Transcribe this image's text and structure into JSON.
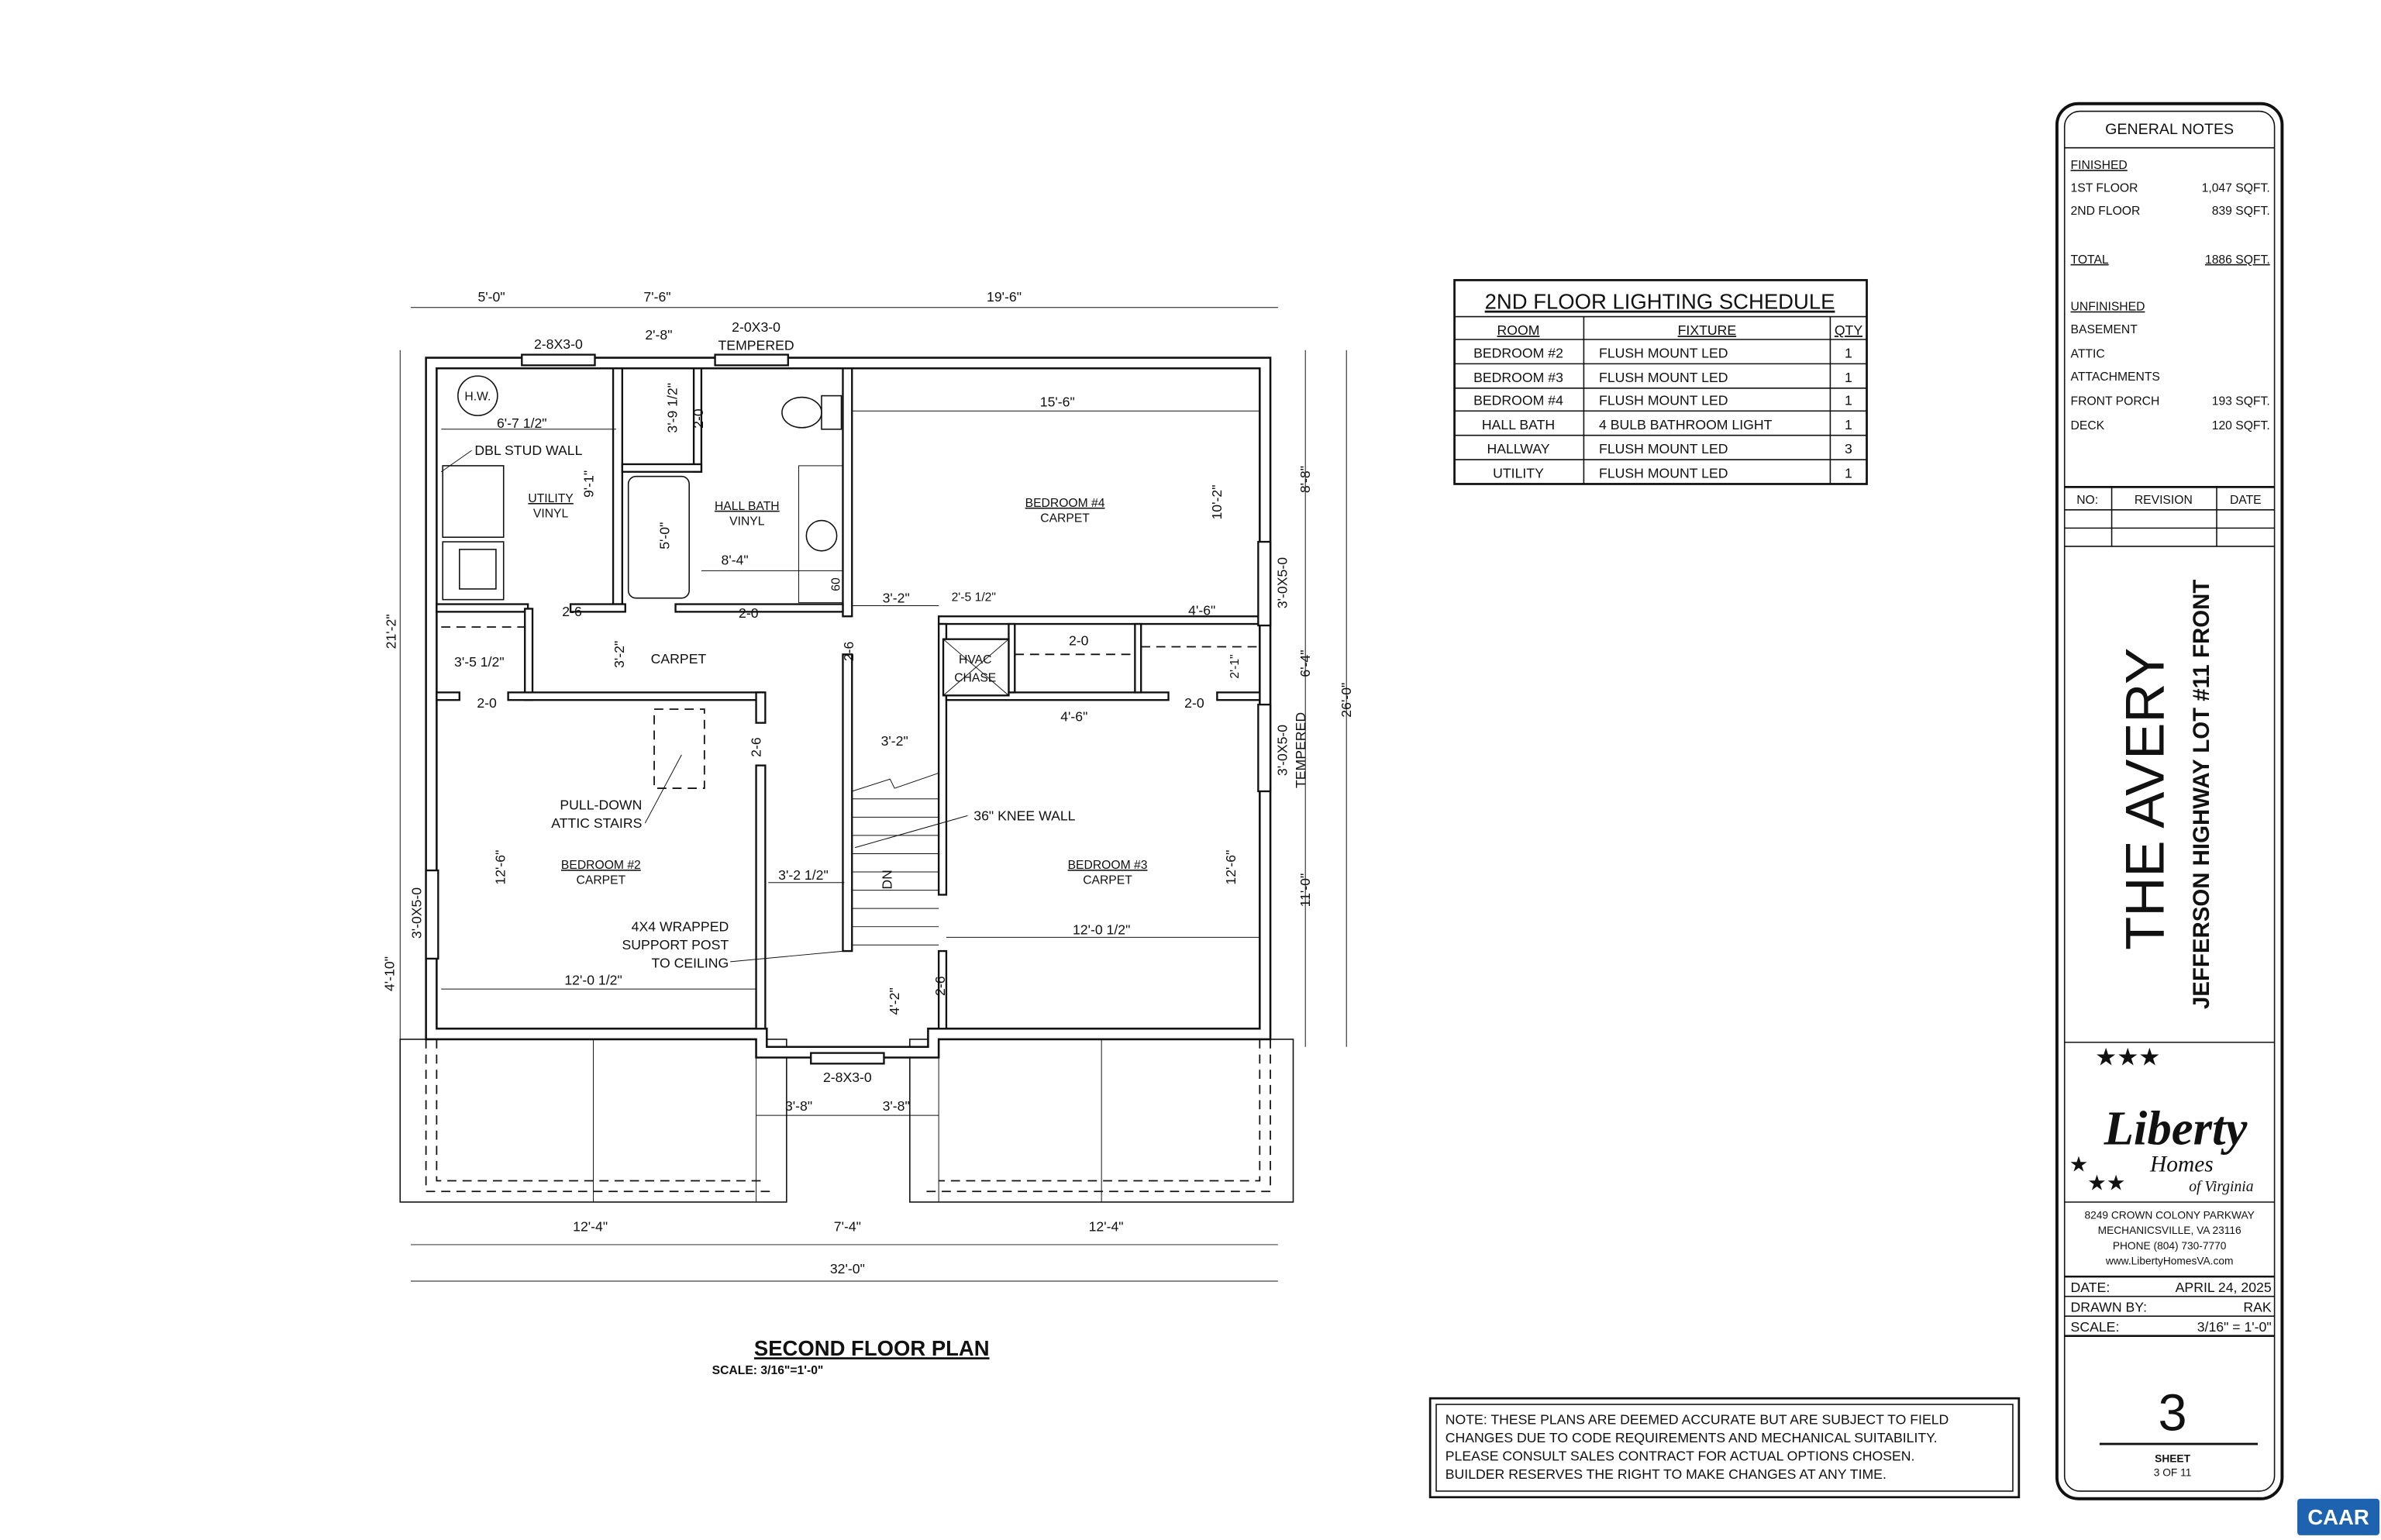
{
  "plan": {
    "title": "SECOND FLOOR PLAN",
    "scale": "SCALE: 3/16\"=1'-0\"",
    "labels": [
      "5'-0\"",
      "7'-6\"",
      "19'-6\"",
      "2-8X3-0",
      "2'-8\"",
      "2-0X3-0",
      "TEMPERED",
      "H.W.",
      "6'-7 1/2\"",
      "DBL STUD WALL",
      "9'-1\"",
      "UTILITY",
      "VINYL",
      "3'-9 1/2\"",
      "2-0",
      "5'-0\"",
      "HALL BATH",
      "VINYL",
      "8'-4\"",
      "60",
      "15'-6\"",
      "BEDROOM #4",
      "CARPET",
      "10'-2\"",
      "3'-0X5-0",
      "8'-8\"",
      "2-6",
      "2-0",
      "3'-2\"",
      "2'-5 1/2\"",
      "4'-6\"",
      "2-6",
      "3'-2\"",
      "CARPET",
      "3'-5 1/2\"",
      "HVAC",
      "CHASE",
      "2-0",
      "2'-1\"",
      "6'-4\"",
      "21'-2\"",
      "26'-0\"",
      "2-0",
      "2-0",
      "4'-6\"",
      "3'-0X5-0",
      "TEMPERED",
      "3'-2\"",
      "2-6",
      "PULL-DOWN",
      "ATTIC STAIRS",
      "36\" KNEE WALL",
      "BEDROOM #2",
      "CARPET",
      "BEDROOM #3",
      "CARPET",
      "3'-2 1/2\"",
      "DN",
      "12'-6\"",
      "12'-6\"",
      "3'-0X5-0",
      "11'-0\"",
      "4X4 WRAPPED",
      "SUPPORT POST",
      "TO CEILING",
      "12'-0 1/2\"",
      "12'-0 1/2\"",
      "4'-2\"",
      "2-6",
      "4'-10\"",
      "2-8X3-0",
      "3'-8\"",
      "3'-8\"",
      "12'-4\"",
      "7'-4\"",
      "12'-4\"",
      "32'-0\""
    ]
  },
  "lighting_schedule": {
    "title": "2ND FLOOR LIGHTING SCHEDULE",
    "headers": [
      "ROOM",
      "FIXTURE",
      "QTY"
    ],
    "rows": [
      [
        "BEDROOM #2",
        "FLUSH MOUNT LED",
        "1"
      ],
      [
        "BEDROOM #3",
        "FLUSH MOUNT LED",
        "1"
      ],
      [
        "BEDROOM #4",
        "FLUSH MOUNT LED",
        "1"
      ],
      [
        "HALL BATH",
        "4 BULB BATHROOM LIGHT",
        "1"
      ],
      [
        "HALLWAY",
        "FLUSH MOUNT LED",
        "3"
      ],
      [
        "UTILITY",
        "FLUSH MOUNT LED",
        "1"
      ]
    ]
  },
  "note": [
    "NOTE: THESE PLANS ARE DEEMED ACCURATE BUT ARE SUBJECT TO FIELD",
    "CHANGES DUE TO CODE REQUIREMENTS AND MECHANICAL SUITABILITY.",
    "PLEASE CONSULT SALES CONTRACT FOR ACTUAL OPTIONS CHOSEN.",
    "BUILDER RESERVES THE RIGHT TO MAKE CHANGES AT ANY TIME."
  ],
  "title_block": {
    "general_notes": "GENERAL NOTES",
    "finished_heading": "FINISHED",
    "first_floor": {
      "label": "1ST FLOOR",
      "value": "1,047 SQFT."
    },
    "second_floor": {
      "label": "2ND FLOOR",
      "value": "839 SQFT."
    },
    "total": {
      "label": "TOTAL",
      "value": "1886 SQFT."
    },
    "unfinished_heading": "UNFINISHED",
    "basement": "BASEMENT",
    "attic": "ATTIC",
    "attachments": "ATTACHMENTS",
    "front_porch": {
      "label": "FRONT PORCH",
      "value": "193 SQFT."
    },
    "deck": {
      "label": "DECK",
      "value": "120 SQFT."
    },
    "revision_headers": [
      "NO:",
      "REVISION",
      "DATE"
    ],
    "project_name": "THE AVERY",
    "project_location": "JEFFERSON HIGHWAY LOT #11 FRONT",
    "logo": {
      "name": "Liberty",
      "sub": "Homes",
      "sub2": "of Virginia"
    },
    "address": [
      "8249 CROWN COLONY PARKWAY",
      "MECHANICSVILLE, VA 23116",
      "PHONE (804) 730-7770",
      "www.LibertyHomesVA.com"
    ],
    "date": {
      "label": "DATE:",
      "value": "APRIL 24, 2025"
    },
    "drawn_by": {
      "label": "DRAWN BY:",
      "value": "RAK"
    },
    "scale": {
      "label": "SCALE:",
      "value": "3/16\" = 1'-0\""
    },
    "sheet_number": "3",
    "sheet_label": "SHEET",
    "sheet_of": "3 OF 11"
  },
  "badge": {
    "text": "CAAR",
    "color": "#1e63b0"
  }
}
